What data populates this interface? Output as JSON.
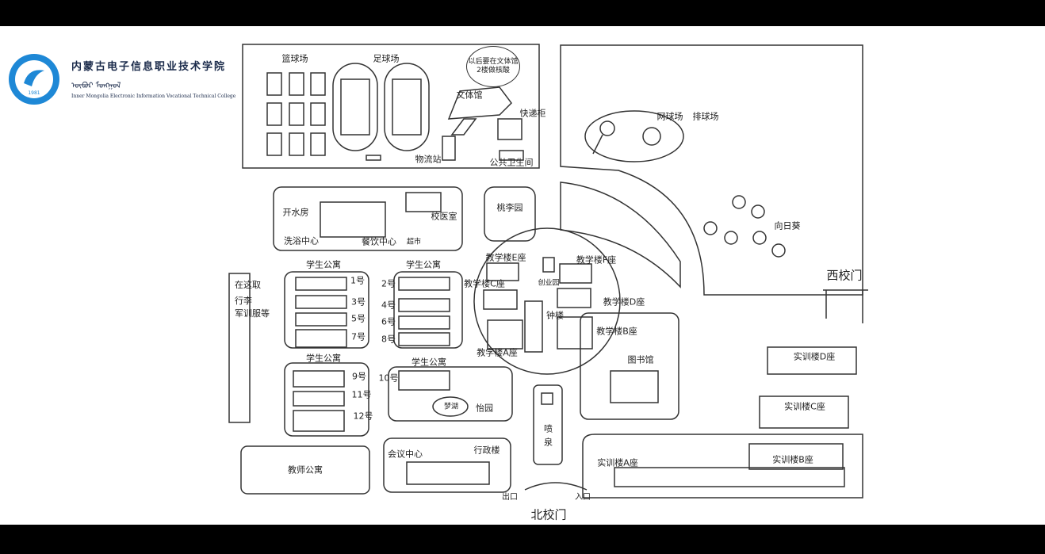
{
  "logo": {
    "name_cn": "内蒙古电子信息职业技术学院",
    "name_mn": "ᠦᠪᠦᠷ ᠮᠣᠩᠭᠣᠯ",
    "name_en": "Inner Mongolia Electronic Information Vocational Technical College",
    "year": "1981",
    "color": "#1e88d6"
  },
  "map": {
    "basketball": "篮球场",
    "football": "足球场",
    "gym": "文体馆",
    "bubble": "以后要在文体馆2楼做核酸",
    "locker": "快递柜",
    "logistics": "物流站",
    "toilet": "公共卫生间",
    "tennis": "网球场",
    "volleyball": "排球场",
    "sunflower": "向日葵",
    "west_gate": "西校门",
    "water_room": "开水房",
    "clinic": "校医室",
    "bath": "洗浴中心",
    "dining": "餐饮中心",
    "market": "超市",
    "taoli": "桃李园",
    "dorm": "学生公寓",
    "dorm_numbers": [
      "1号",
      "3号",
      "5号",
      "7号",
      "2号",
      "4号",
      "6号",
      "8号",
      "9号",
      "11号",
      "12号",
      "10号"
    ],
    "luggage": [
      "在这取",
      "行李",
      "军训服等"
    ],
    "teach_e": "教学楼E座",
    "teach_f": "教学楼F座",
    "startup": "创业园",
    "teach_c": "教学楼C座",
    "clock": "钟楼",
    "teach_d": "教学楼D座",
    "teach_b": "教学楼B座",
    "teach_a": "教学楼A座",
    "library": "图书馆",
    "lake": "梦湖",
    "yiyuan": "怡园",
    "fountain": "喷泉",
    "meeting": "会议中心",
    "admin": "行政楼",
    "teacher_apt": "教师公寓",
    "train_d": "实训楼D座",
    "train_c": "实训楼C座",
    "train_b": "实训楼B座",
    "train_a": "实训楼A座",
    "exit": "出口",
    "entrance": "入口",
    "north_gate": "北校门"
  }
}
